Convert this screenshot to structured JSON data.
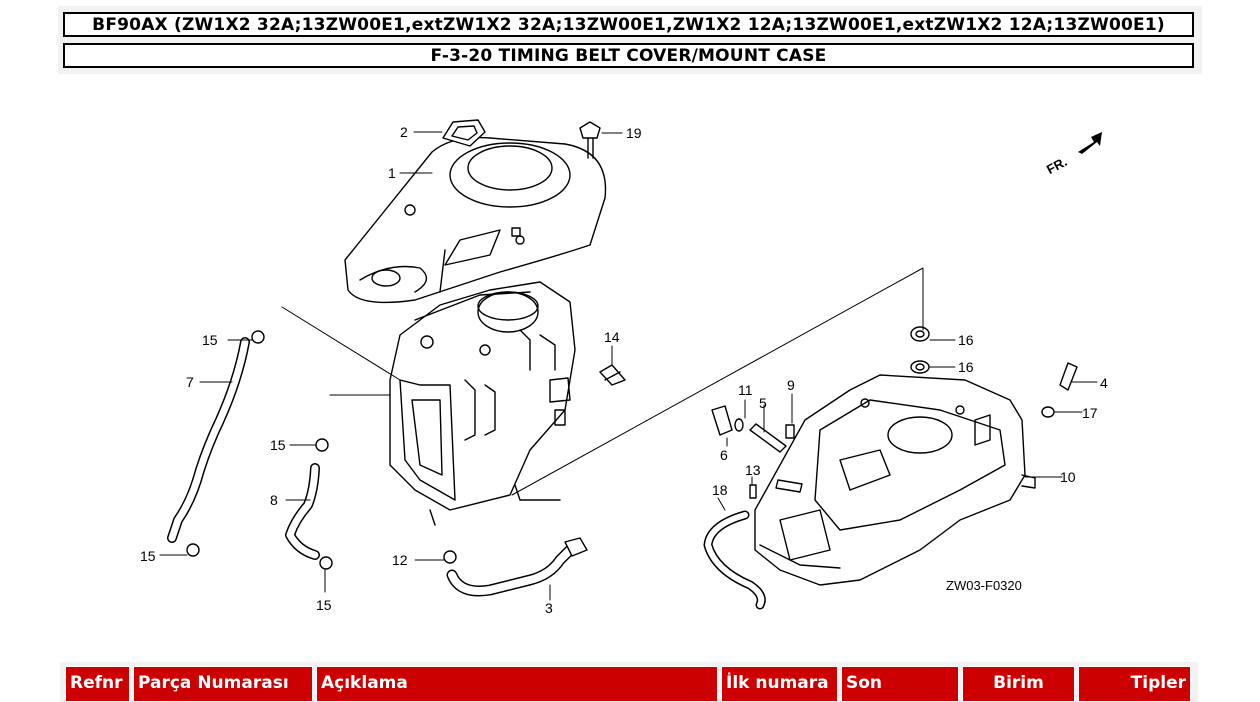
{
  "header": {
    "model": "BF90AX (ZW1X2 32A;13ZW00E1,extZW1X2 32A;13ZW00E1,ZW1X2 12A;13ZW00E1,extZW1X2 12A;13ZW00E1)",
    "section": "F-3-20 TIMING BELT COVER/MOUNT CASE"
  },
  "diagram": {
    "callouts": [
      "1",
      "2",
      "3",
      "4",
      "5",
      "6",
      "7",
      "8",
      "9",
      "10",
      "11",
      "12",
      "13",
      "14",
      "15",
      "16",
      "17",
      "18",
      "19"
    ],
    "front_marker": "FR.",
    "reference_code": "ZW03-F0320"
  },
  "table": {
    "columns": [
      "Refnr",
      "Parça Numarası",
      "Açıklama",
      "İlk numara",
      "Son",
      "Birim",
      "Tipler"
    ]
  }
}
